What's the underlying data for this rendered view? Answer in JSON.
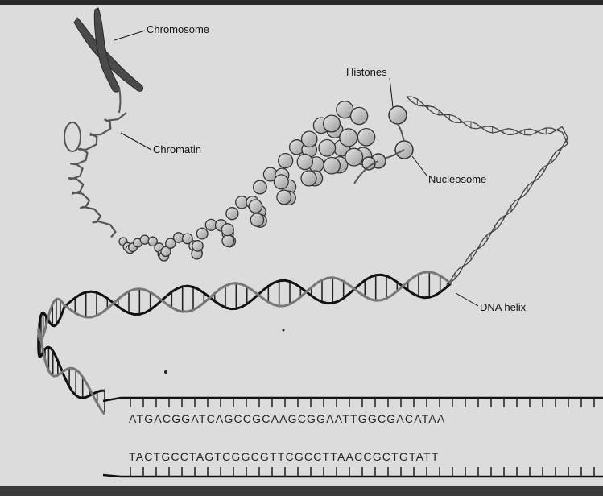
{
  "labels": {
    "chromosome": "Chromosome",
    "chromatin": "Chromatin",
    "histones": "Histones",
    "nucleosome": "Nucleosome",
    "dna_helix": "DNA helix"
  },
  "sequence": {
    "top_strand": "ATGACGGATCAGCCGCAAGCGGAATTGGCGACATAA",
    "bottom_strand": "TACTGCCTAGTCGGCGTTCGCCTTAACCGCTGTATT"
  },
  "colors": {
    "background": "#dcdcdc",
    "ink": "#1a1a1a",
    "chromosome": "#4a4a4a",
    "nucleosome_fill": "#b8b8b8",
    "strand": "#333333"
  }
}
